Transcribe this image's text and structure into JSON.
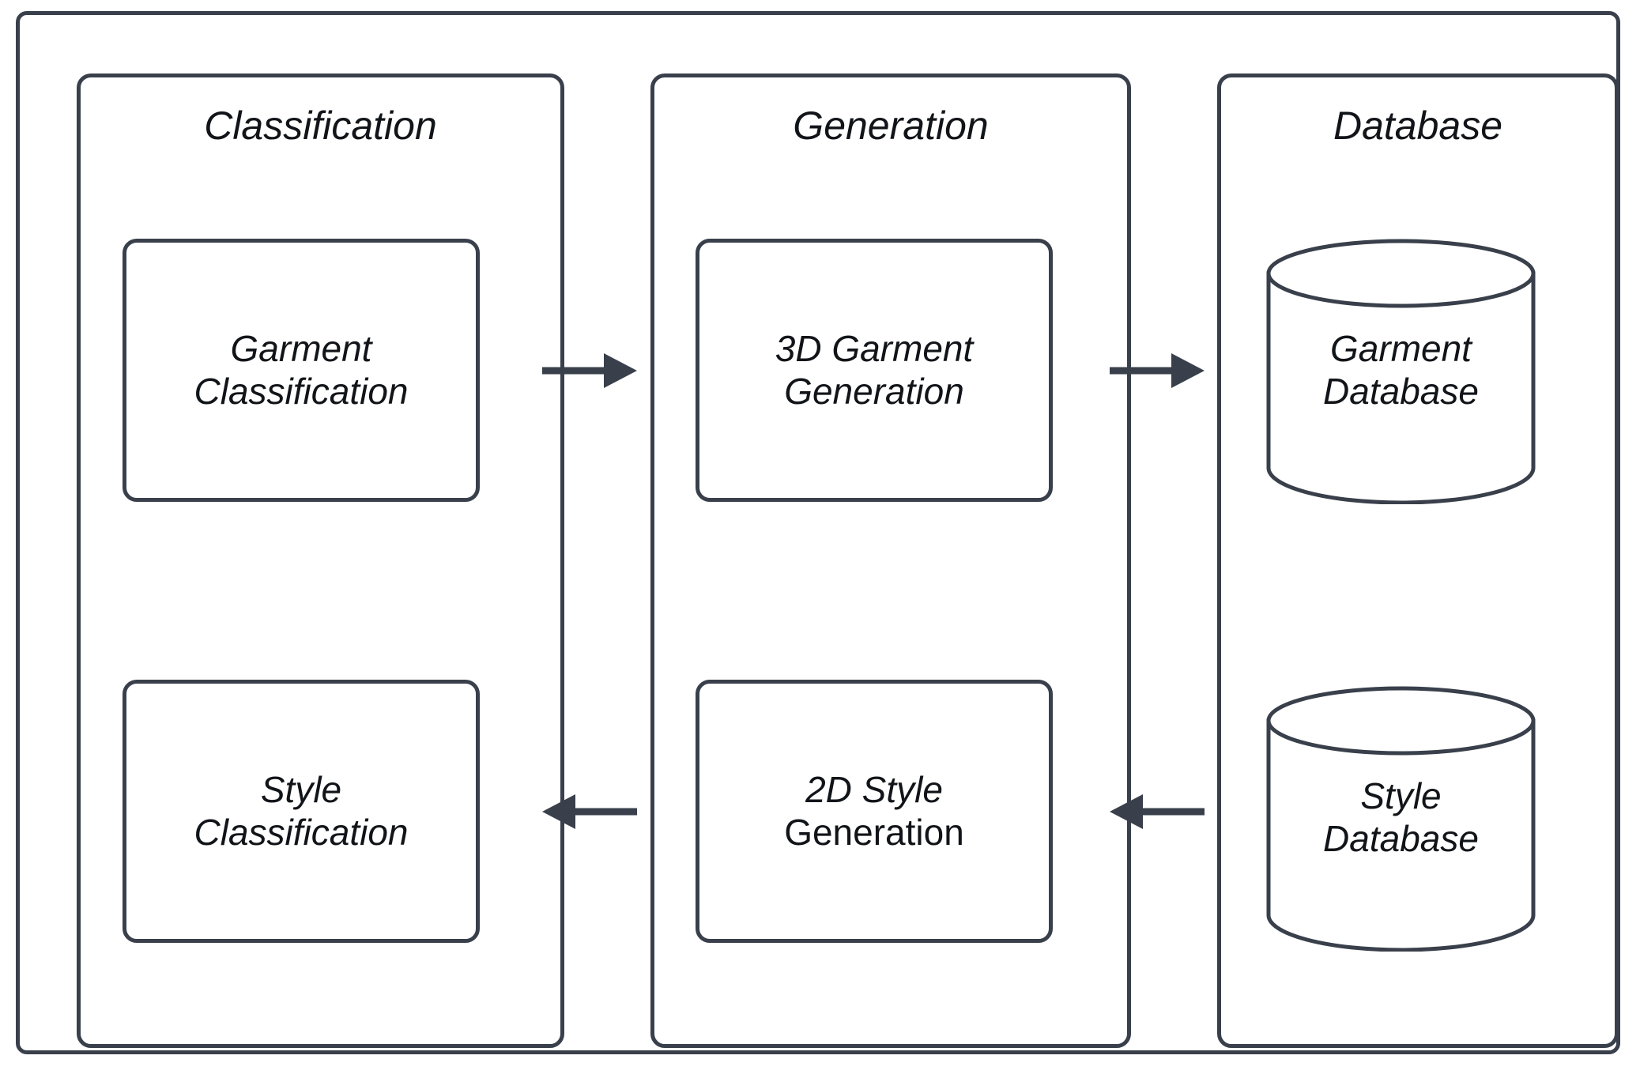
{
  "diagram": {
    "title_columns": [
      {
        "id": "classification",
        "label": "Classification"
      },
      {
        "id": "generation",
        "label": "Generation"
      },
      {
        "id": "database",
        "label": "Database"
      }
    ],
    "nodes": {
      "garment_classification": {
        "line1": "Garment",
        "line2": "Classification"
      },
      "style_classification": {
        "line1": "Style",
        "line2": "Classification"
      },
      "garment_generation_3d": {
        "line1": "3D Garment",
        "line2": "Generation"
      },
      "style_generation_2d": {
        "line1": "2D Style",
        "line2": "Generation"
      },
      "garment_database": {
        "line1": "Garment",
        "line2": "Database"
      },
      "style_database": {
        "line1": "Style",
        "line2": "Database"
      }
    },
    "arrows": [
      {
        "id": "classification-to-generation",
        "direction": "right"
      },
      {
        "id": "generation-to-database",
        "direction": "right"
      },
      {
        "id": "generation-to-classification",
        "direction": "left"
      },
      {
        "id": "database-to-generation",
        "direction": "left"
      }
    ],
    "colors": {
      "stroke": "#39404b",
      "text": "#111418",
      "background": "#ffffff"
    }
  }
}
